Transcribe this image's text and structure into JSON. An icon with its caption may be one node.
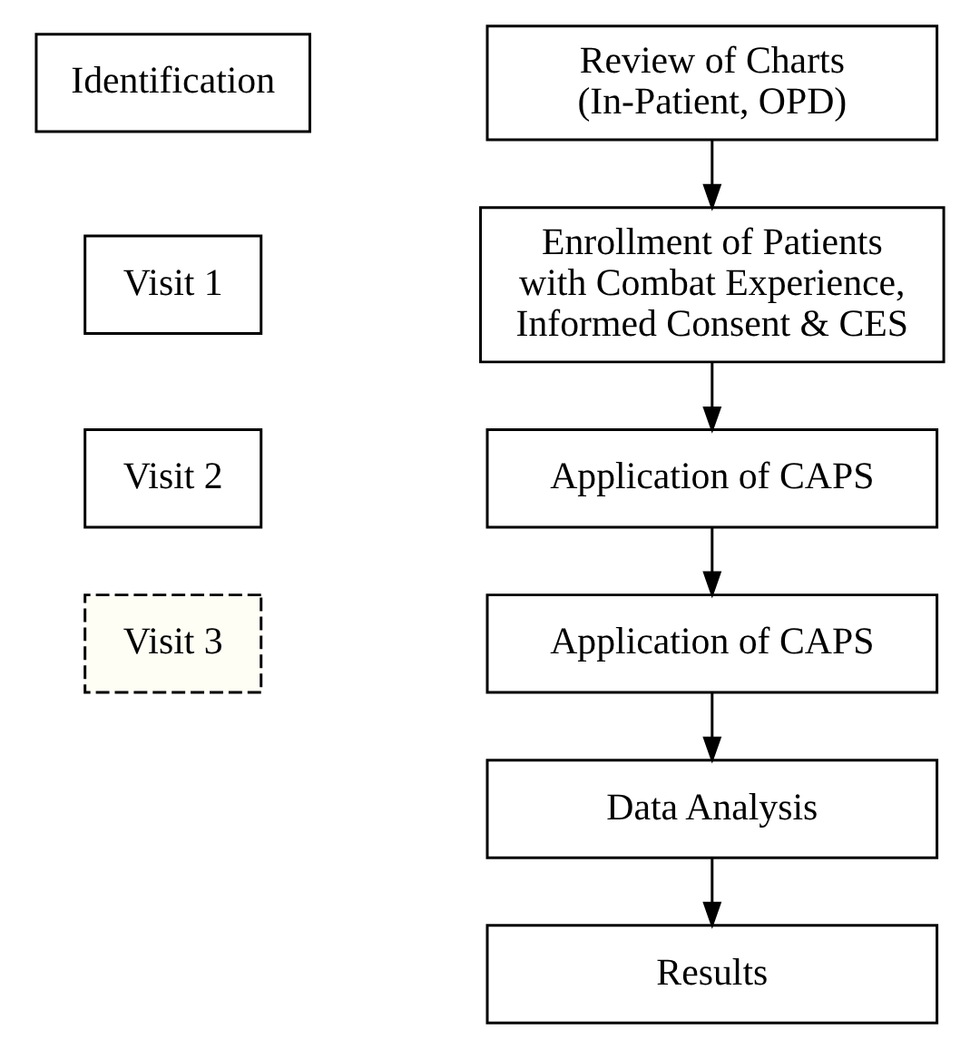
{
  "diagram": {
    "nodes": [
      {
        "text": [
          "Identification"
        ]
      },
      {
        "text": [
          "Review of Charts (In-Patient, OPD)"
        ]
      },
      {
        "text": [
          "Visit 1"
        ]
      },
      {
        "text": [
          "Enrollment of Patients with Combat Experience, Informed Consent & CES"
        ]
      },
      {
        "text": [
          "Visit 2"
        ]
      },
      {
        "text": [
          "Application of CAPS"
        ]
      },
      {
        "text": [
          "Application of CAPS"
        ]
      },
      {
        "text": [
          "Visit 3"
        ]
      },
      {
        "text": [
          "Data Analysis"
        ]
      },
      {
        "text": [
          "Results"
        ]
      }
    ],
    "edges": [
      {
        "from": 1,
        "to": 3,
        "arrow": "to"
      },
      {
        "from": 3,
        "to": 5,
        "arrow": "to"
      },
      {
        "from": 5,
        "to": 6,
        "arrow": "to"
      },
      {
        "from": 6,
        "to": 8,
        "arrow": "to"
      },
      {
        "from": 8,
        "to": 9,
        "arrow": "to"
      }
    ]
  }
}
